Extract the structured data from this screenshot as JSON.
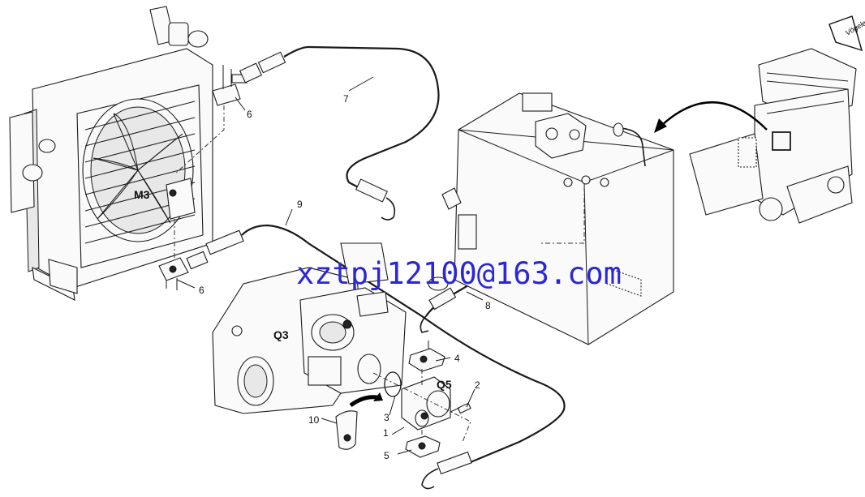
{
  "diagram": {
    "components": {
      "m3": "M3",
      "q3": "Q3",
      "q5": "Q5"
    },
    "callouts": {
      "c1": "1",
      "c2": "2",
      "c3": "3",
      "c4": "4",
      "c5": "5",
      "c6a": "6",
      "c6b": "6",
      "c7": "7",
      "c8": "8",
      "c9": "9",
      "c10": "10"
    },
    "watermark": "xztpj12100@163.com",
    "logo": "Vögele"
  }
}
